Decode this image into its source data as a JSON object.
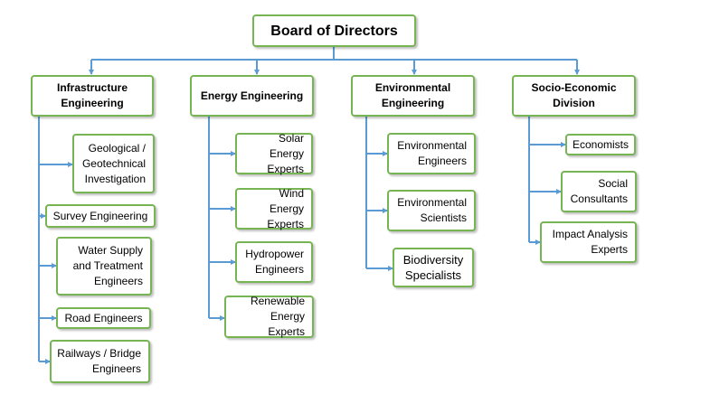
{
  "root": "Board of Directors",
  "divisions": [
    {
      "title": "Infrastructure Engineering",
      "units": [
        "Geological / Geotechnical Investigation",
        "Survey Engineering",
        "Water Supply and Treatment Engineers",
        "Road Engineers",
        "Railways / Bridge Engineers"
      ]
    },
    {
      "title": "Energy Engineering",
      "units": [
        "Solar Energy Experts",
        "Wind Energy Experts",
        "Hydropower Engineers",
        "Renewable Energy Experts"
      ]
    },
    {
      "title": "Environmental Engineering",
      "units": [
        "Environmental Engineers",
        "Environmental Scientists",
        "Biodiversity Specialists"
      ]
    },
    {
      "title": "Socio-Economic Division",
      "units": [
        "Economists",
        "Social Consultants",
        "Impact Analysis Experts"
      ]
    }
  ],
  "colors": {
    "box_border": "#77b454",
    "connector": "#5b9bd5"
  }
}
